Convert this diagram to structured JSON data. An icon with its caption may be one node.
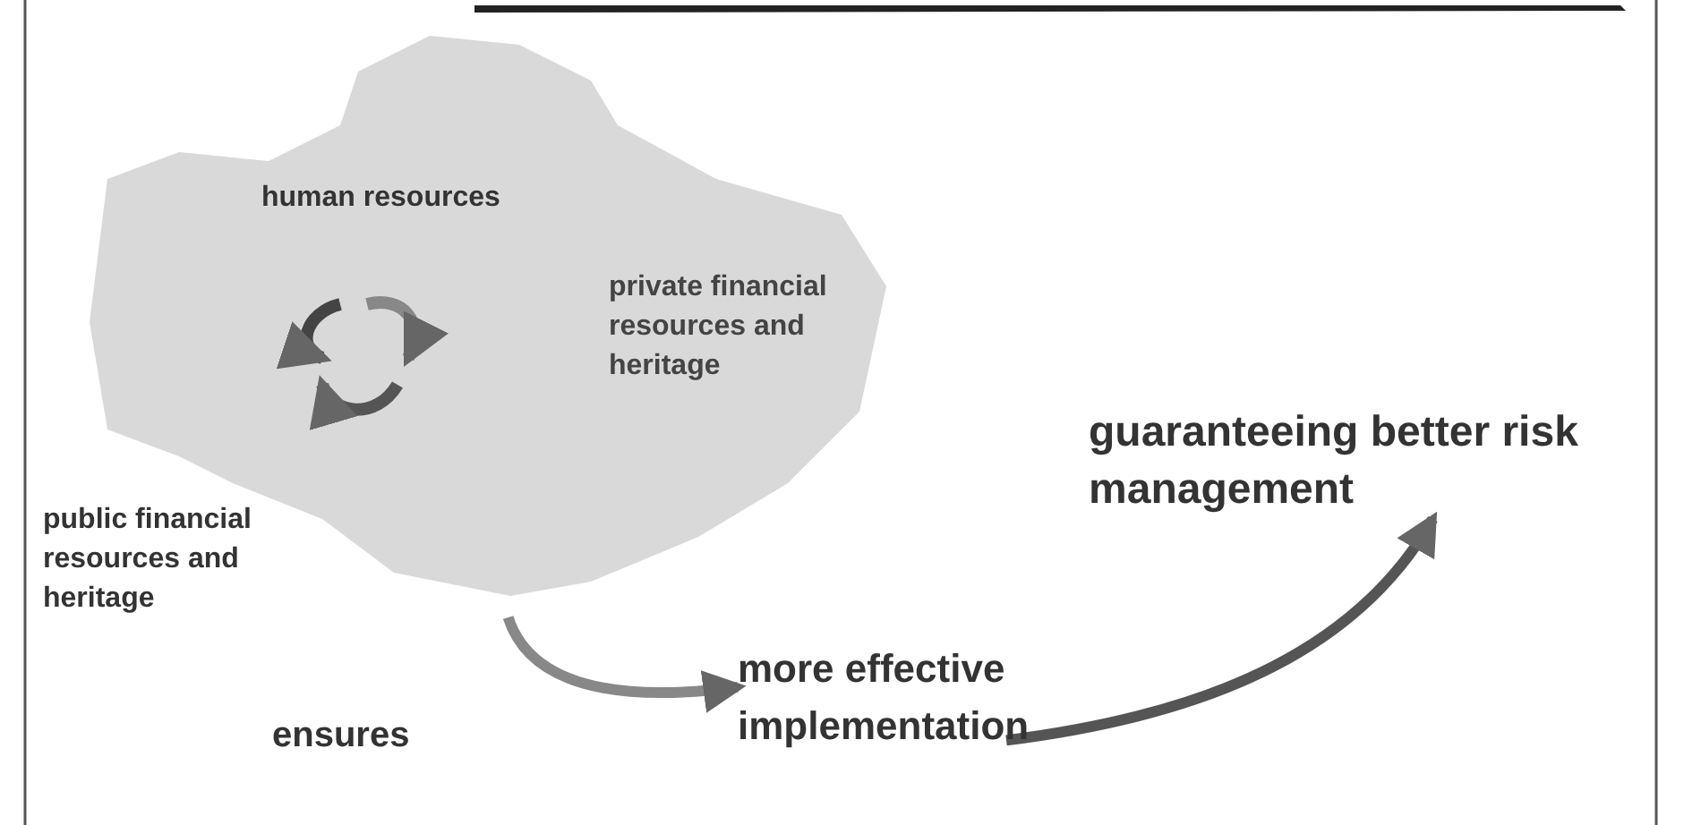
{
  "diagram": {
    "nodes": [
      {
        "text": [],
        "shape": "picture"
      },
      {
        "text": [
          "human resources"
        ],
        "in": 0
      },
      {
        "text": [
          "private financial resources and heritage"
        ],
        "in": 0
      },
      {
        "text": [
          "public financial resources and heritage"
        ]
      },
      {
        "text": [
          "more effective implementation"
        ]
      },
      {
        "text": [
          "guaranteeing better risk management"
        ]
      }
    ],
    "edges": [
      {
        "from": 0,
        "to": 4,
        "arrow": "to",
        "label": "ensures"
      },
      {
        "from": 4,
        "to": 5,
        "arrow": "to"
      }
    ]
  }
}
